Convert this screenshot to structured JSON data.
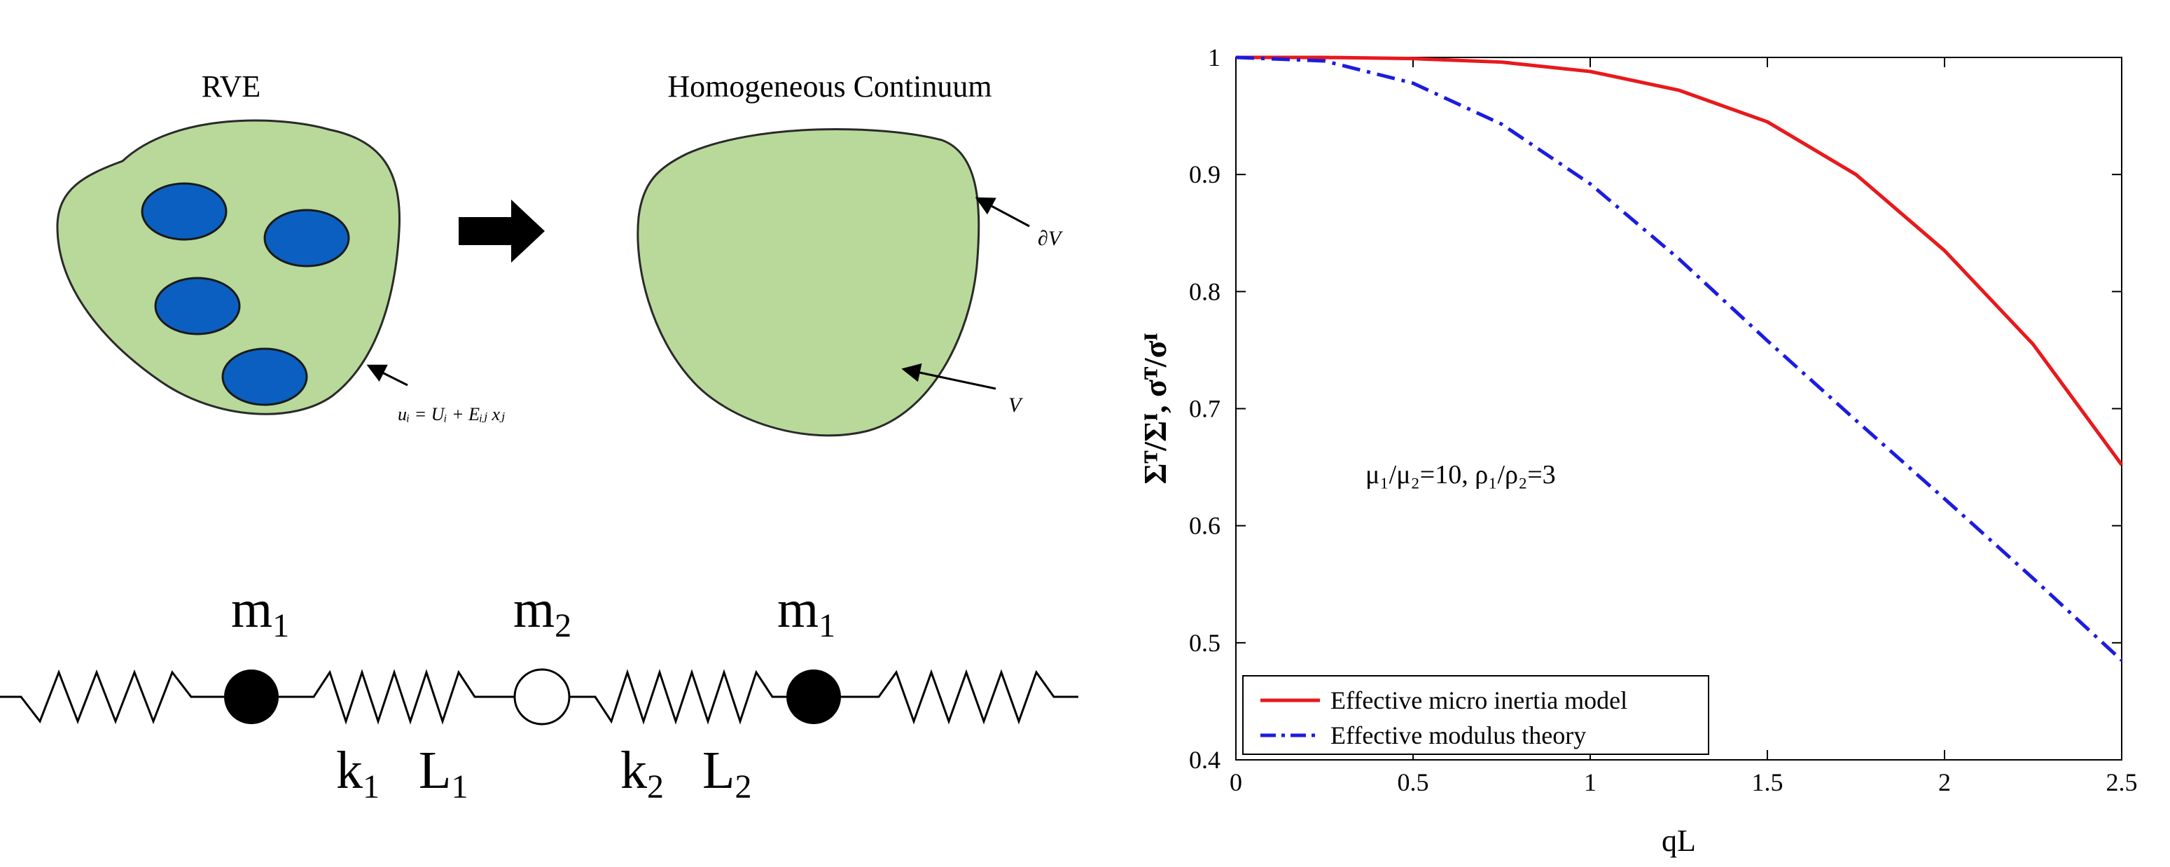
{
  "left": {
    "rve_title": "RVE",
    "continuum_title": "Homogeneous Continuum",
    "boundary_eq": "uᵢ = Uᵢ + Eᵢⱼ xⱼ",
    "boundary_label": "∂V",
    "volume_label": "V",
    "spring_chain": {
      "m1": "m",
      "m1_sub": "1",
      "m2": "m",
      "m2_sub": "2",
      "k1": "k",
      "k1_sub": "1",
      "L1": "L",
      "L1_sub": "1",
      "k2": "k",
      "k2_sub": "2",
      "L2": "L",
      "L2_sub": "2"
    },
    "colors": {
      "fill": "#b8d99a",
      "inclusion": "#0b5fc0",
      "arrow": "#000000"
    }
  },
  "chart_data": {
    "type": "line",
    "ylabel": "Σᵀ/Σᴵ, σᵀ/σᴵ",
    "xlabel": "qL",
    "xlim": [
      0,
      2.5
    ],
    "ylim": [
      0.4,
      1.0
    ],
    "xticks": [
      "0",
      "0.5",
      "1",
      "1.5",
      "2",
      "2.5"
    ],
    "yticks": [
      "0.4",
      "0.5",
      "0.6",
      "0.7",
      "0.8",
      "0.9",
      "1"
    ],
    "annotation": "μ₁/μ₂=10, ρ₁/ρ₂=3",
    "legend_position": "bottom-left",
    "series": [
      {
        "name": "Effective micro inertia model",
        "color": "#e8191c",
        "style": "solid",
        "x": [
          0,
          0.25,
          0.5,
          0.75,
          1.0,
          1.25,
          1.5,
          1.75,
          2.0,
          2.25,
          2.5
        ],
        "y": [
          1.0,
          1.0,
          0.999,
          0.996,
          0.988,
          0.972,
          0.945,
          0.9,
          0.835,
          0.755,
          0.652
        ]
      },
      {
        "name": "Effective modulus theory",
        "color": "#1c1ce0",
        "style": "dashdot",
        "x": [
          0,
          0.25,
          0.5,
          0.75,
          1.0,
          1.25,
          1.5,
          1.75,
          2.0,
          2.25,
          2.5
        ],
        "y": [
          1.0,
          0.997,
          0.978,
          0.943,
          0.892,
          0.828,
          0.758,
          0.69,
          0.623,
          0.555,
          0.485
        ]
      }
    ]
  }
}
